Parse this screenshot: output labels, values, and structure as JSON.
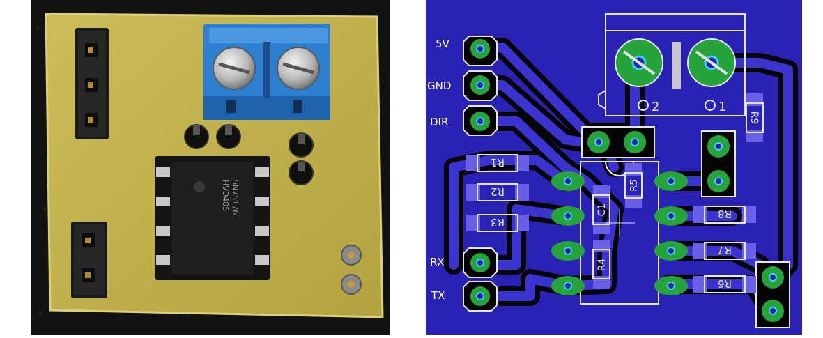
{
  "colors": {
    "background": "#121212",
    "pcb_fr4": "#c2b24c",
    "pcb_edge": "#d9cc72",
    "terminal_blue": "#2f7fd0",
    "chip_body": "#1e1e1e",
    "layout_bg": "#2a22b4",
    "trace": "#3a33d0",
    "ground_fill": "#050505",
    "pad_green": "#27a33b",
    "silkscreen": "#e6e6e6",
    "smd_pad": "#6a60e8",
    "drill": "#3ad4ee"
  },
  "layout": {
    "header_labels": [
      "5V",
      "GND",
      "DIR",
      "RX",
      "TX"
    ],
    "terminal_labels": [
      "2",
      "1"
    ],
    "parts": [
      "R1",
      "R2",
      "R3",
      "R4",
      "R5",
      "R6",
      "R7",
      "R8",
      "R9",
      "C1"
    ]
  },
  "photo": {
    "chip_marking": [
      "SN75176",
      "HVD485"
    ]
  }
}
